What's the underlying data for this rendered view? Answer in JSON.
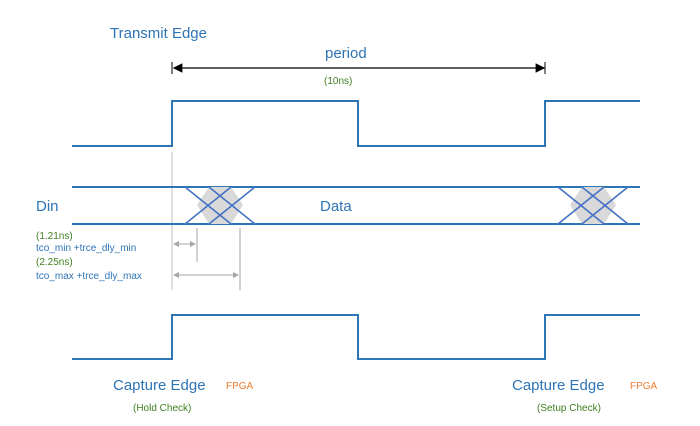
{
  "colors": {
    "wave": "#2e75b6",
    "label_blue": "#2e74b5",
    "label_green": "#3f7f1f",
    "label_orange": "#ed7d31",
    "gray_line": "#a6a6a6",
    "gray_fill": "#d9d9d9",
    "transition_cross": "#4472c4"
  },
  "labels": {
    "transmit_edge": "Transmit Edge",
    "period": "period",
    "period_value": "(10ns)",
    "din": "Din",
    "data": "Data",
    "min_delay_value": "(1.21ns)",
    "min_delay_label": "tco_min +trce_dly_min",
    "max_delay_value": "(2.25ns)",
    "max_delay_label": "tco_max +trce_dly_max",
    "capture_edge_left": "Capture Edge",
    "fpga_left": "FPGA",
    "hold_check": "(Hold Check)",
    "capture_edge_right": "Capture Edge",
    "fpga_right": "FPGA",
    "setup_check": "(Setup Check)"
  }
}
